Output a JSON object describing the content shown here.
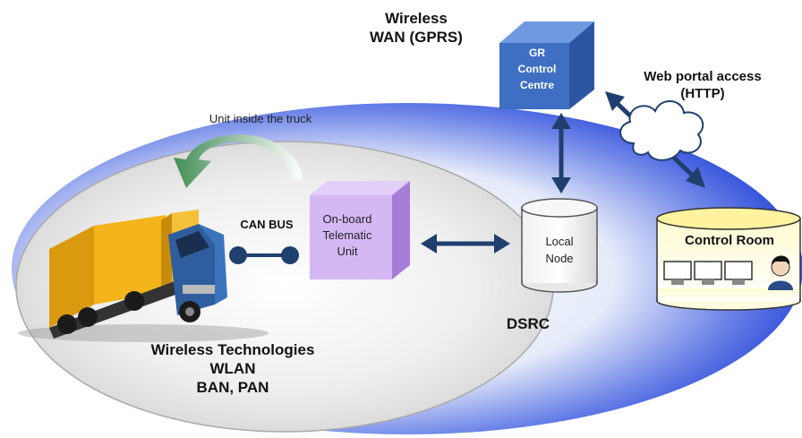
{
  "labels": {
    "wireless_wan_line1": "Wireless",
    "wireless_wan_line2": "WAN (GPRS)",
    "web_portal_line1": "Web portal access",
    "web_portal_line2": "(HTTP)",
    "unit_inside": "Unit inside the truck",
    "can_bus": "CAN BUS",
    "onboard_line1": "On-board",
    "onboard_line2": "Telematic",
    "onboard_line3": "Unit",
    "gr_line1": "GR",
    "gr_line2": "Control",
    "gr_line3": "Centre",
    "local_line1": "Local",
    "local_line2": "Node",
    "dsrc": "DSRC",
    "wireless_tech_line1": "Wireless Technologies",
    "wireless_tech_line2": "WLAN",
    "wireless_tech_line3": "BAN, PAN",
    "control_room": "Control Room"
  },
  "colors": {
    "outer_zone_blue": "#1f3fd6",
    "inner_zone_gray": "#dcdcdc",
    "control_centre_blue": "#3f6fc2",
    "telematic_unit_violet": "#c9a6ee",
    "arrow_navy": "#1f3f6e",
    "control_room_yellow": "#fff7b0",
    "trailer_yellow": "#f3b51b",
    "cab_blue": "#3b74bd"
  },
  "icons": [
    "truck-icon",
    "curved-arrow-icon",
    "cloud-icon",
    "computer-icon",
    "operator-icon",
    "can-bus-connector-icon"
  ]
}
